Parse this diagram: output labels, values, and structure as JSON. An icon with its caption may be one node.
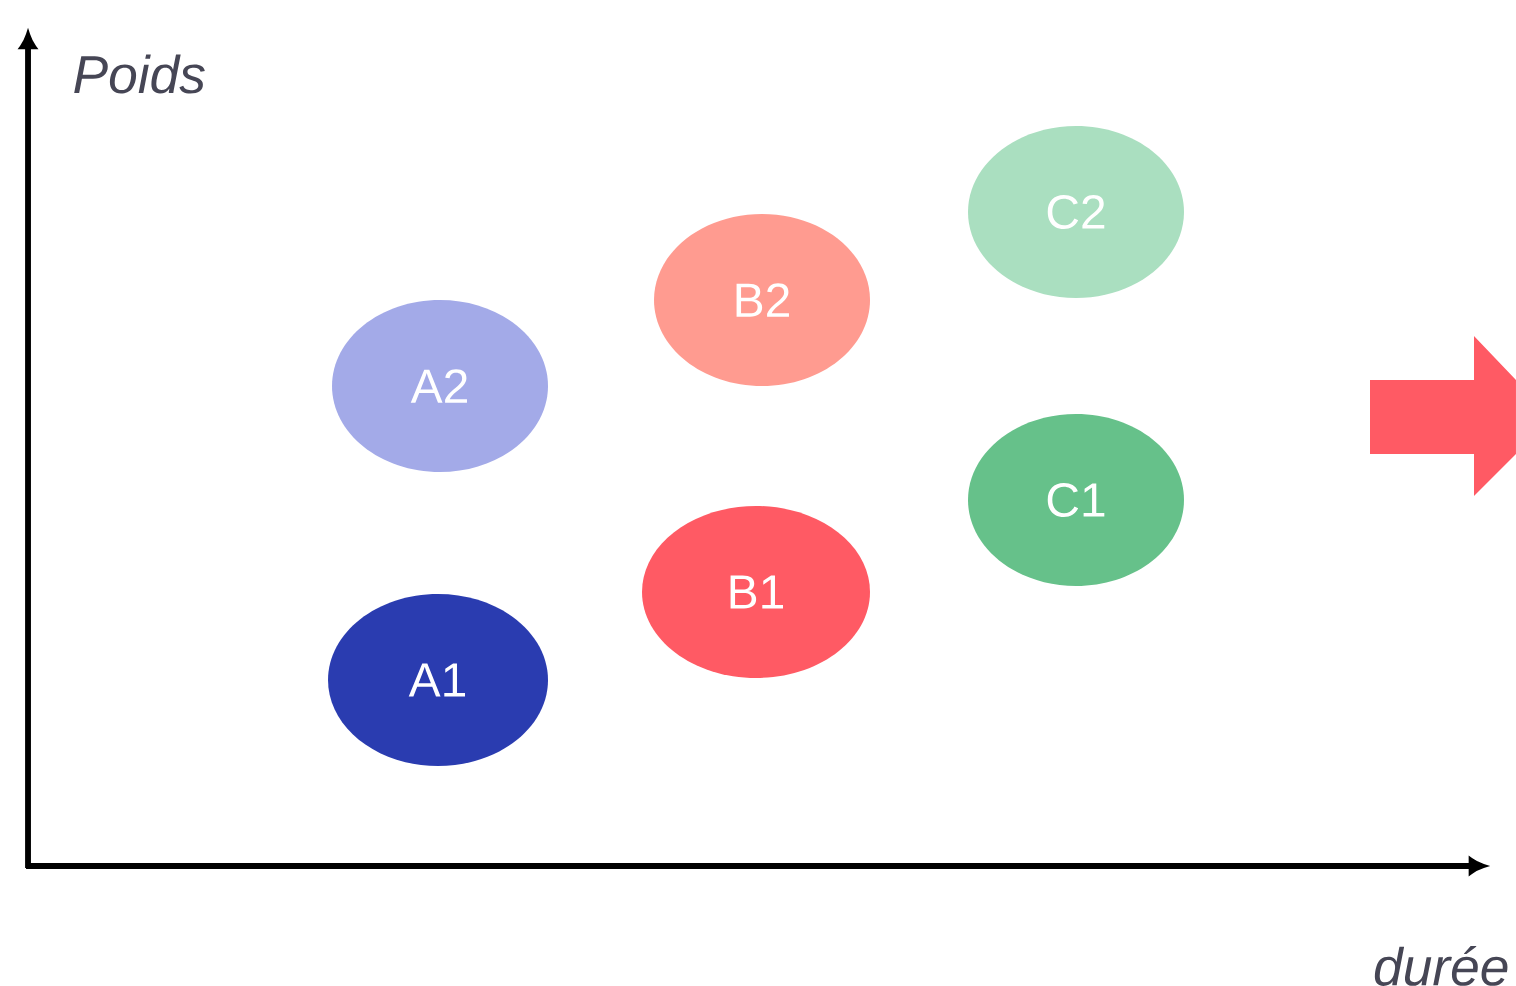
{
  "diagram": {
    "nodes": [
      {
        "text": [
          "C2"
        ]
      },
      {
        "text": [
          "B2"
        ]
      },
      {
        "text": [
          "A2"
        ]
      },
      {
        "text": [
          "C1"
        ]
      },
      {
        "text": [
          "B1"
        ]
      },
      {
        "text": [
          "A1"
        ]
      }
    ],
    "edges": [],
    "labels": [
      "Poids",
      "durée"
    ]
  }
}
